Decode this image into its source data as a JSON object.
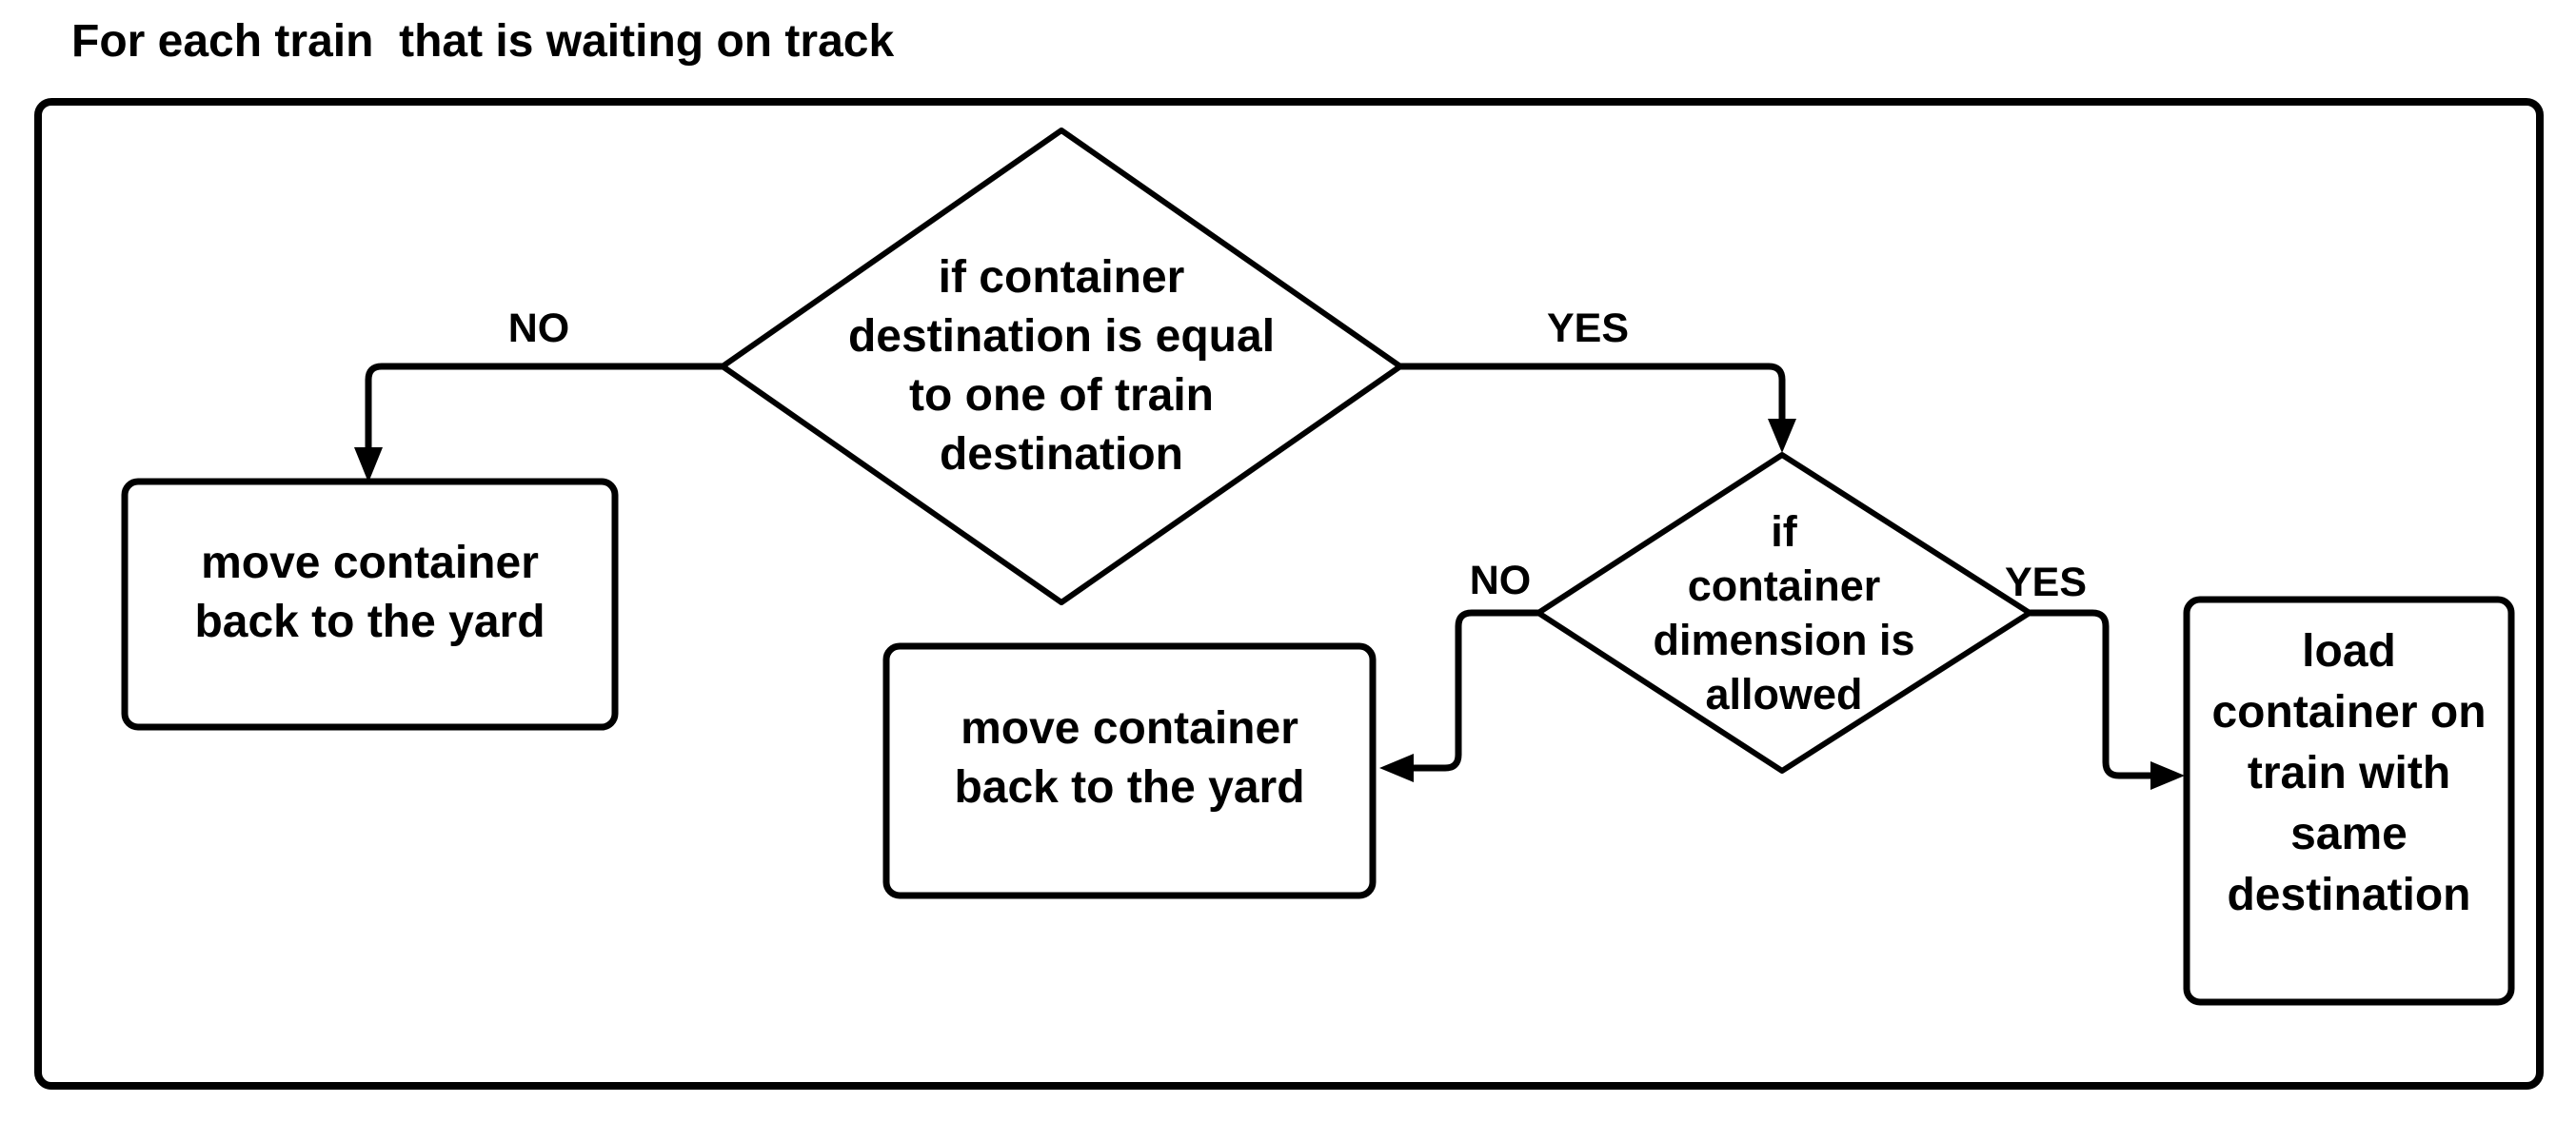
{
  "colors": {
    "ink": "#000000",
    "background": "#ffffff"
  },
  "title": "For each train  that is waiting on track",
  "flowchart": {
    "decision1": {
      "label": "if container\ndestination is equal\nto one of train\ndestination",
      "no_label": "NO",
      "yes_label": "YES"
    },
    "decision2": {
      "label": "if\ncontainer\ndimension is\nallowed",
      "no_label": "NO",
      "yes_label": "YES"
    },
    "action_decision1_no": {
      "label": "move container\nback to the yard"
    },
    "action_decision2_no": {
      "label": "move container\nback to the yard"
    },
    "action_decision2_yes": {
      "label": "load\ncontainer on\ntrain with\nsame\ndestination"
    }
  }
}
